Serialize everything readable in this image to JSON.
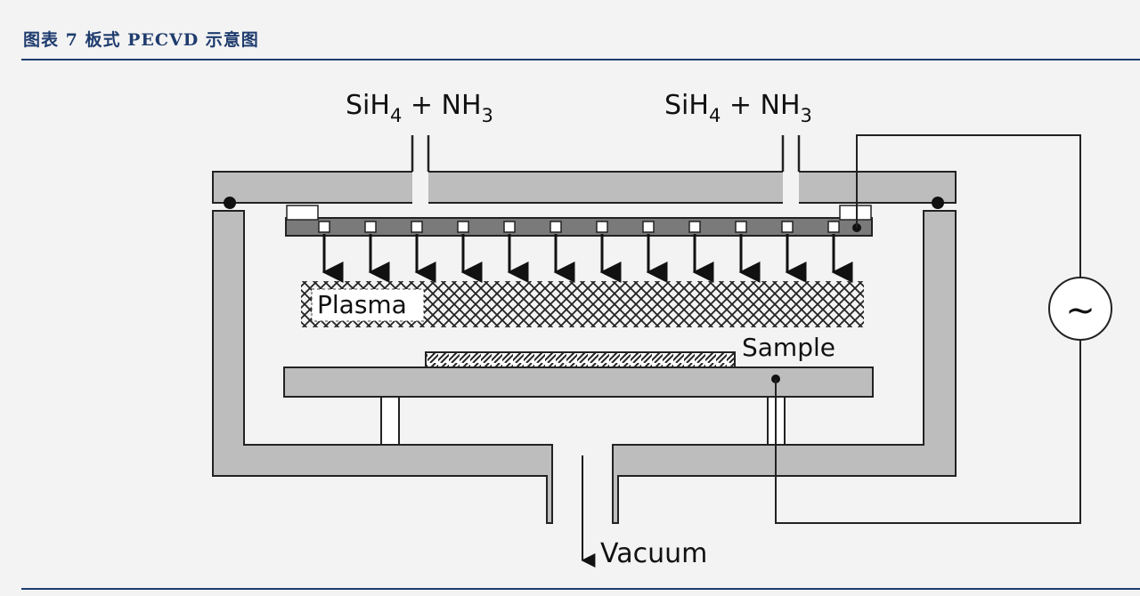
{
  "header": {
    "title": "图表 7   板式 PECVD 示意图"
  },
  "diagram": {
    "gas_inlet_left": {
      "main": "SiH",
      "sub1": "4",
      "mid": " + NH",
      "sub2": "3"
    },
    "gas_inlet_right": {
      "main": "SiH",
      "sub1": "4",
      "mid": " + NH",
      "sub2": "3"
    },
    "plasma_label": "Plasma",
    "sample_label": "Sample",
    "vacuum_label": "Vacuum",
    "rf_source_symbol": "~"
  }
}
